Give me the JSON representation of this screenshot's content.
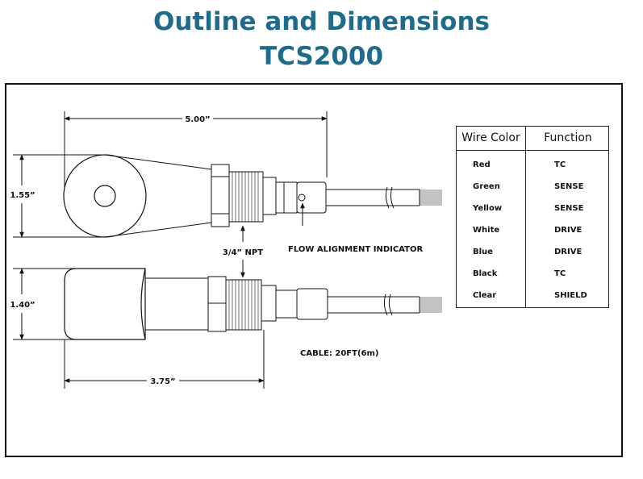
{
  "title": {
    "line1": "Outline and Dimensions",
    "line2": "TCS2000"
  },
  "dimensions": {
    "length_top": "5.00”",
    "height_top": "1.55”",
    "height_bottom": "1.40”",
    "length_bottom": "3.75”"
  },
  "labels": {
    "npt": "3/4” NPT",
    "flow_indicator": "FLOW ALIGNMENT INDICATOR",
    "cable": "CABLE: 20FT(6m)"
  },
  "wire_table": {
    "headers": [
      "Wire Color",
      "Function"
    ],
    "rows": [
      {
        "color": "Red",
        "function": "TC"
      },
      {
        "color": "Green",
        "function": "SENSE"
      },
      {
        "color": "Yellow",
        "function": "SENSE"
      },
      {
        "color": "White",
        "function": "DRIVE"
      },
      {
        "color": "Blue",
        "function": "DRIVE"
      },
      {
        "color": "Black",
        "function": "TC"
      },
      {
        "color": "Clear",
        "function": "SHIELD"
      }
    ]
  },
  "colors": {
    "title": "#1f6b8c",
    "line": "#111111"
  }
}
